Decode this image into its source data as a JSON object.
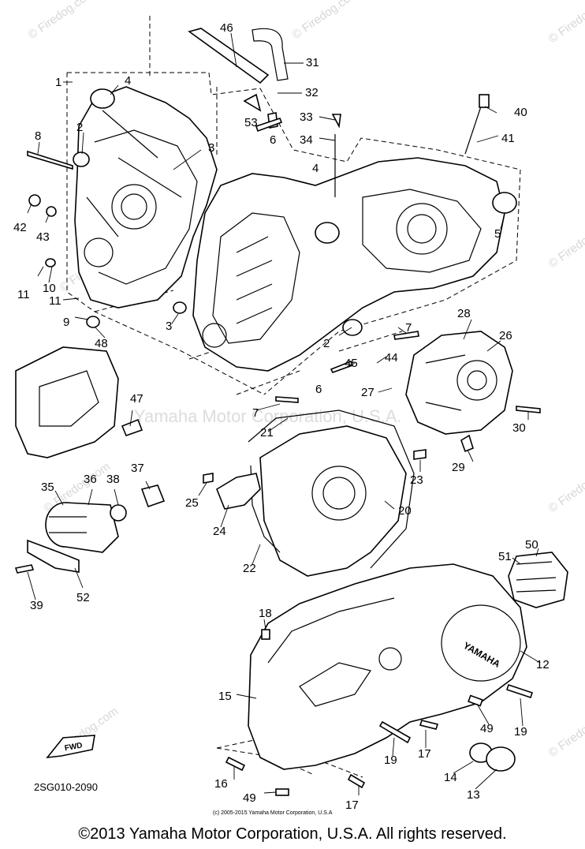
{
  "diagram": {
    "part_code": "2SG010-2090",
    "fwd_label": "FWD",
    "cover_logo": "YAMAHA",
    "small_print": "(c) 2005-2015 Yamaha Motor Corporation, U.S.A",
    "watermark_text": "© Firedog.com",
    "center_watermark": "Yamaha Motor Corporation, U.S.A.",
    "labels": [
      "1",
      "2",
      "3",
      "4",
      "5",
      "6",
      "7",
      "8",
      "9",
      "10",
      "11",
      "12",
      "13",
      "14",
      "15",
      "16",
      "17",
      "18",
      "19",
      "20",
      "21",
      "22",
      "23",
      "24",
      "25",
      "26",
      "27",
      "28",
      "29",
      "30",
      "31",
      "32",
      "33",
      "34",
      "35",
      "36",
      "37",
      "38",
      "39",
      "40",
      "41",
      "42",
      "43",
      "44",
      "45",
      "46",
      "47",
      "48",
      "49",
      "50",
      "51",
      "52",
      "53"
    ]
  },
  "footer": {
    "copyright": "©2013 Yamaha Motor Corporation, U.S.A. All rights reserved."
  }
}
